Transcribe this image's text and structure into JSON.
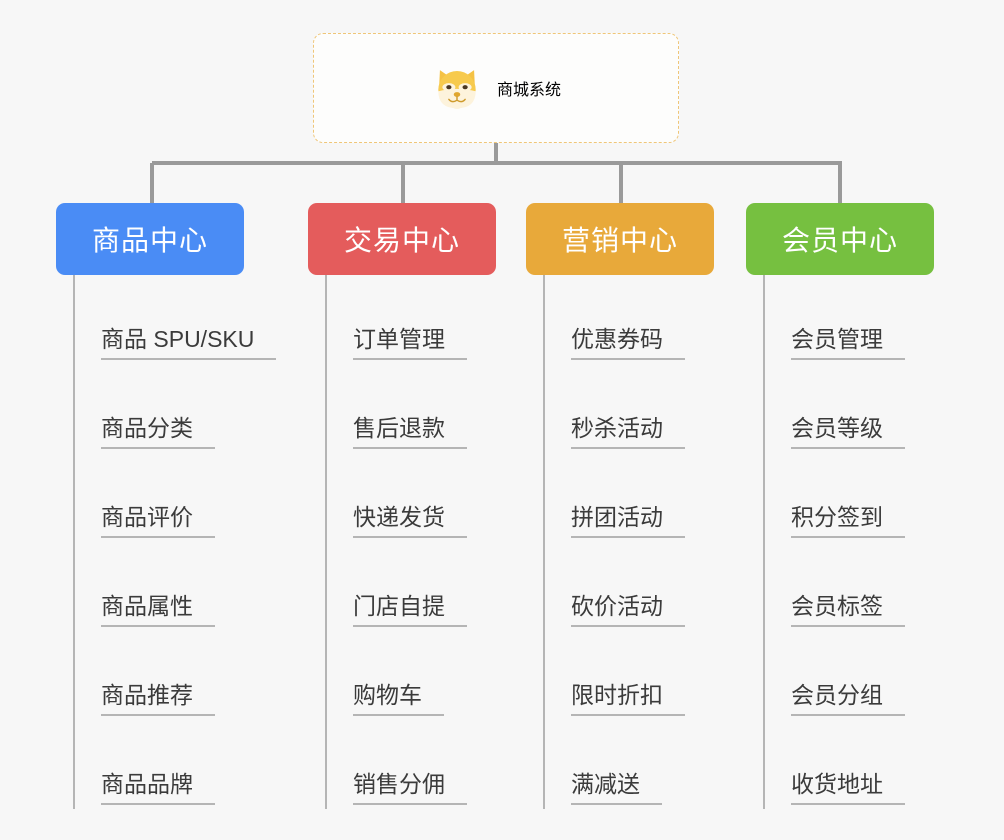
{
  "page": {
    "background_color": "#f7f7f7",
    "type": "mindmap-org-chart"
  },
  "root": {
    "title": "商城系统",
    "icon": "shiba-dog-face-icon",
    "text_color": "#f0b23c",
    "border_color": "#efc678",
    "background_color": "#fdfdfc"
  },
  "connector": {
    "color": "#9a9a9a",
    "item_line_color": "#b5b5b5"
  },
  "columns": [
    {
      "header": "商品中心",
      "color": "#4a8cf5",
      "items": [
        "商品 SPU/SKU",
        "商品分类",
        "商品评价",
        "商品属性",
        "商品推荐",
        "商品品牌"
      ]
    },
    {
      "header": "交易中心",
      "color": "#e45c5c",
      "items": [
        "订单管理",
        "售后退款",
        "快递发货",
        "门店自提",
        "购物车",
        "销售分佣"
      ]
    },
    {
      "header": "营销中心",
      "color": "#e8a93a",
      "items": [
        "优惠券码",
        "秒杀活动",
        "拼团活动",
        "砍价活动",
        "限时折扣",
        "满减送"
      ]
    },
    {
      "header": "会员中心",
      "color": "#76c040",
      "items": [
        "会员管理",
        "会员等级",
        "积分签到",
        "会员标签",
        "会员分组",
        "收货地址"
      ]
    }
  ]
}
